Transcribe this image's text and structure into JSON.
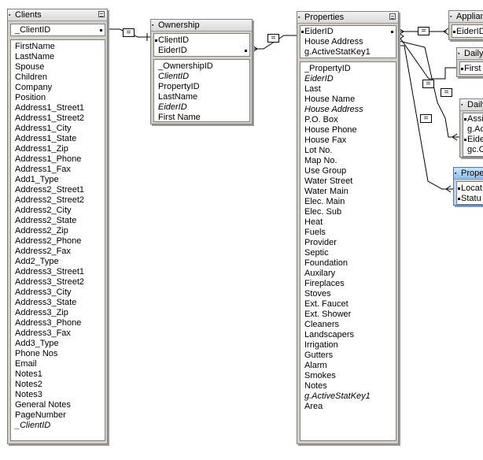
{
  "tables": {
    "clients": {
      "title": "Clients",
      "keys": [
        "_ClientID"
      ],
      "fields": [
        "FirstName",
        "LastName",
        "Spouse",
        "Children",
        "Company",
        "Position",
        "Address1_Street1",
        "Address1_Street2",
        "Address1_City",
        "Address1_State",
        "Address1_Zip",
        "Address1_Phone",
        "Address1_Fax",
        "Add1_Type",
        "Address2_Street1",
        "Address2_Street2",
        "Address2_City",
        "Address2_State",
        "Address2_Zip",
        "Address2_Phone",
        "Address2_Fax",
        "Add2_Type",
        "Address3_Street1",
        "Address3_Street2",
        "Address3_City",
        "Address3_State",
        "Address3_Zip",
        "Address3_Phone",
        "Address3_Fax",
        "Add3_Type",
        "Phone Nos",
        "Email",
        "Notes1",
        "Notes2",
        "Notes3",
        "General Notes",
        "PageNumber",
        "_ClientID"
      ]
    },
    "ownership": {
      "title": "Ownership",
      "keys": [
        "ClientID",
        "EiderID"
      ],
      "fields": [
        "_OwnershipID",
        "ClientID",
        "PropertyID",
        "LastName",
        "EiderID",
        "First Name"
      ]
    },
    "properties": {
      "title": "Properties",
      "keys": [
        "EiderID",
        "House Address",
        "g.ActiveStatKey1"
      ],
      "fields": [
        "_PropertyID",
        "EiderID",
        "Last",
        "House Name",
        "House Address",
        "P.O. Box",
        "House Phone",
        "House Fax",
        "Lot No.",
        "Map No.",
        "Use Group",
        "Water Street",
        "Water Main",
        "Elec. Main",
        "Elec. Sub",
        "Heat",
        "Fuels",
        "Provider",
        "Septic",
        "Foundation",
        "Auxilary",
        "Fireplaces",
        "Stoves",
        "Ext. Faucet",
        "Ext. Shower",
        "Cleaners",
        "Landscapers",
        "Irrigation",
        "Gutters",
        "Alarm",
        "Smokes",
        "Notes",
        "g.ActiveStatKey1",
        "Area"
      ]
    },
    "appliances": {
      "title": "Applian",
      "keys": [
        "EiderID"
      ]
    },
    "daily1": {
      "title": "DailyF",
      "keys": [
        "First"
      ]
    },
    "daily2": {
      "title": "Daily",
      "keys": [
        "Assi",
        "g.Ac",
        "Eide",
        "gc.C"
      ]
    },
    "prope": {
      "title": "Prope",
      "keys": [
        "Locat",
        "Statu"
      ]
    }
  },
  "relationship_symbol": "="
}
